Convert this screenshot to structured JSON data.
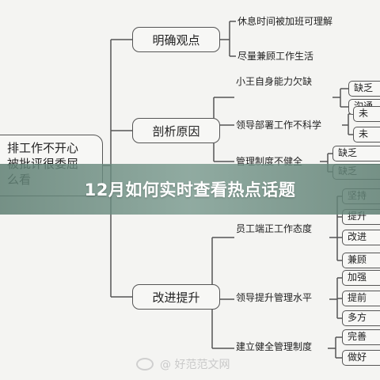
{
  "banner": {
    "title": "12月如何实时查看热点话题"
  },
  "mindmap": {
    "root": {
      "lines": [
        "排工作不开心",
        "被批评很委屈",
        "么看"
      ]
    },
    "branches": [
      {
        "label": "明确观点",
        "leaves": [
          "休息时间被加班可理解",
          "尽量兼顾工作生活"
        ]
      },
      {
        "label": "剖析原因",
        "leaves": [
          {
            "text": "小王自身能力欠缺",
            "minis": [
              "缺乏",
              "沟通"
            ]
          },
          {
            "text": "领导部署工作不科学",
            "minis": [
              "未",
              "未"
            ]
          },
          {
            "text": "管理制度不健全",
            "minis": [
              "缺乏",
              "缺乏"
            ]
          }
        ]
      },
      {
        "label": "改进提升",
        "leaves": [
          {
            "text": "员工端正工作态度",
            "minis": [
              "坚持",
              "提升",
              "改进",
              "兼顾"
            ]
          },
          {
            "text": "领导提升管理水平",
            "minis": [
              "加强",
              "提前",
              "多方"
            ]
          },
          {
            "text": "建立健全管理制度",
            "minis": [
              "完善",
              "做好"
            ]
          }
        ]
      }
    ]
  },
  "watermark": {
    "text": "@ 好范范文网"
  }
}
